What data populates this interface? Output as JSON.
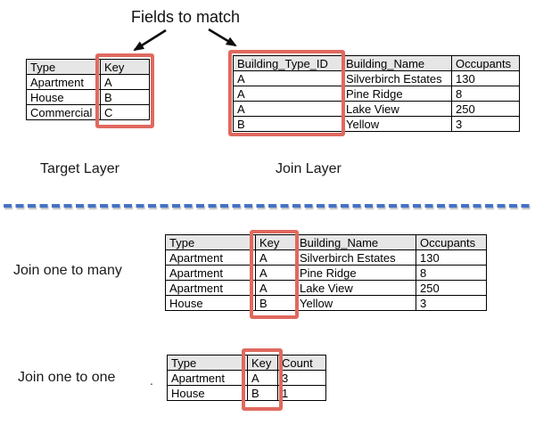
{
  "title": "Fields to match",
  "colors": {
    "highlight_red": "#e0695f",
    "header_gray": "#e7e6e6",
    "divider_blue": "#4472c4",
    "arrow_black": "#0d0d0d"
  },
  "target_table": {
    "caption": "Target Layer",
    "columns": [
      "Type",
      "Key"
    ],
    "rows": [
      [
        "Apartment",
        "A"
      ],
      [
        "House",
        "B"
      ],
      [
        "Commercial",
        "C"
      ]
    ]
  },
  "join_table": {
    "caption": "Join Layer",
    "columns": [
      "Building_Type_ID",
      "Building_Name",
      "Occupants"
    ],
    "rows": [
      [
        "A",
        "Silverbirch Estates",
        "130"
      ],
      [
        "A",
        "Pine Ridge",
        "8"
      ],
      [
        "A",
        "Lake View",
        "250"
      ],
      [
        "B",
        "Yellow",
        "3"
      ]
    ]
  },
  "one_to_many": {
    "label": "Join one to many",
    "columns": [
      "Type",
      "Key",
      "Building_Name",
      "Occupants"
    ],
    "rows": [
      [
        "Apartment",
        "A",
        "Silverbirch Estates",
        "130"
      ],
      [
        "Apartment",
        "A",
        "Pine Ridge",
        "8"
      ],
      [
        "Apartment",
        "A",
        "Lake View",
        "250"
      ],
      [
        "House",
        "B",
        "Yellow",
        "3"
      ]
    ]
  },
  "one_to_one": {
    "label": "Join one to one",
    "dot": ".",
    "columns": [
      "Type",
      "Key",
      "Count"
    ],
    "rows": [
      [
        "Apartment",
        "A",
        "3"
      ],
      [
        "House",
        "B",
        "1"
      ]
    ]
  }
}
